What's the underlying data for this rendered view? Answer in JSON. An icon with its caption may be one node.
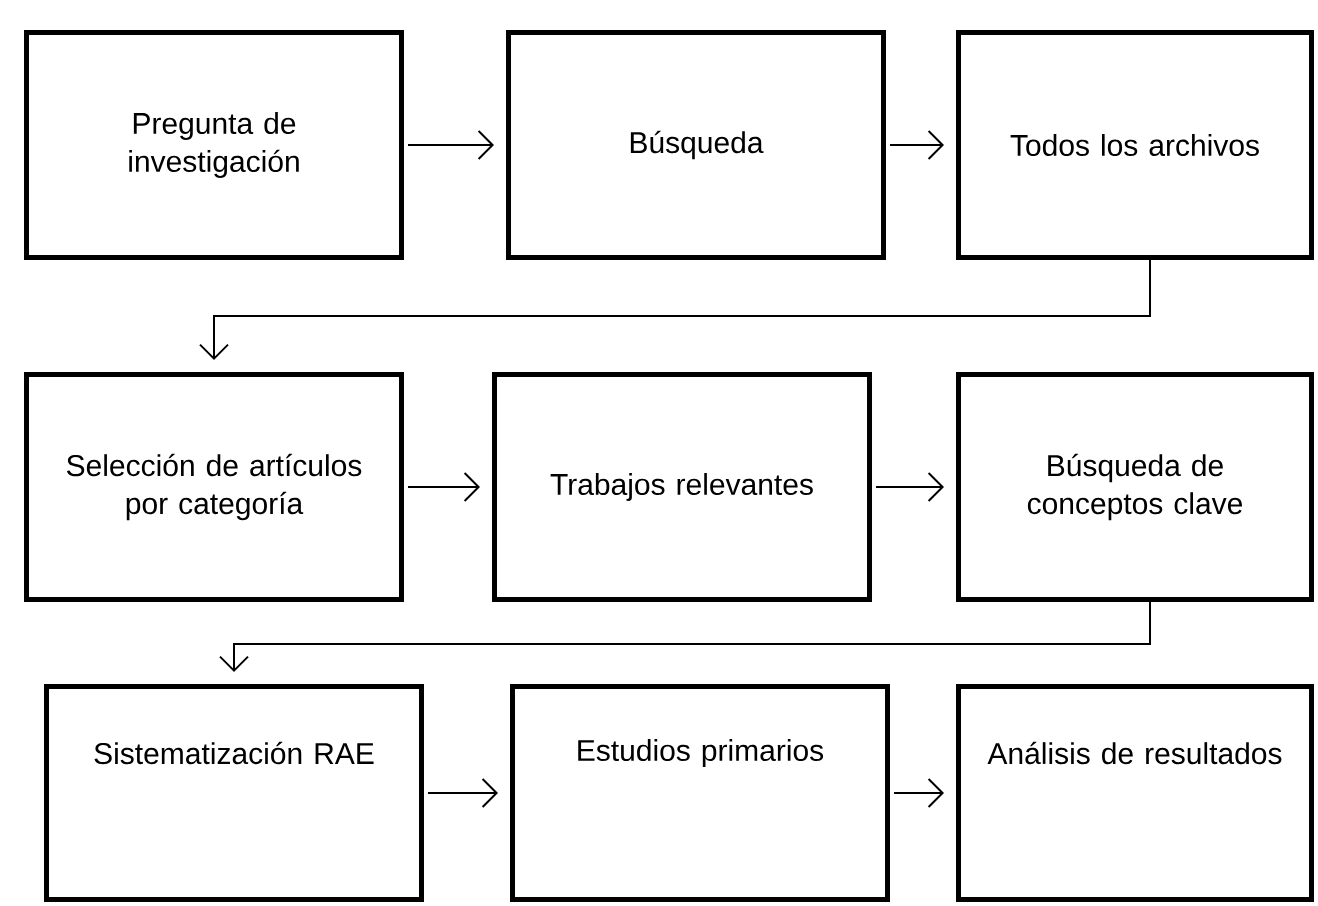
{
  "diagram": {
    "nodes": [
      {
        "text": [
          "Pregunta de investigación"
        ]
      },
      {
        "text": [
          "Búsqueda"
        ]
      },
      {
        "text": [
          "Todos los archivos"
        ]
      },
      {
        "text": [
          "Selección de artículos por categoría"
        ]
      },
      {
        "text": [
          "Trabajos relevantes"
        ]
      },
      {
        "text": [
          "Búsqueda de conceptos clave"
        ]
      },
      {
        "text": [
          "Sistematización RAE"
        ]
      },
      {
        "text": [
          "Estudios primarios"
        ]
      },
      {
        "text": [
          "Análisis de resultados"
        ]
      }
    ],
    "edges": [
      {
        "from": 0,
        "to": 1,
        "arrow": "to"
      },
      {
        "from": 1,
        "to": 2,
        "arrow": "to"
      },
      {
        "from": 2,
        "to": 3,
        "arrow": "to"
      },
      {
        "from": 3,
        "to": 4,
        "arrow": "to"
      },
      {
        "from": 4,
        "to": 5,
        "arrow": "to"
      },
      {
        "from": 5,
        "to": 6,
        "arrow": "to"
      },
      {
        "from": 6,
        "to": 7,
        "arrow": "to"
      },
      {
        "from": 7,
        "to": 8,
        "arrow": "to"
      }
    ]
  }
}
